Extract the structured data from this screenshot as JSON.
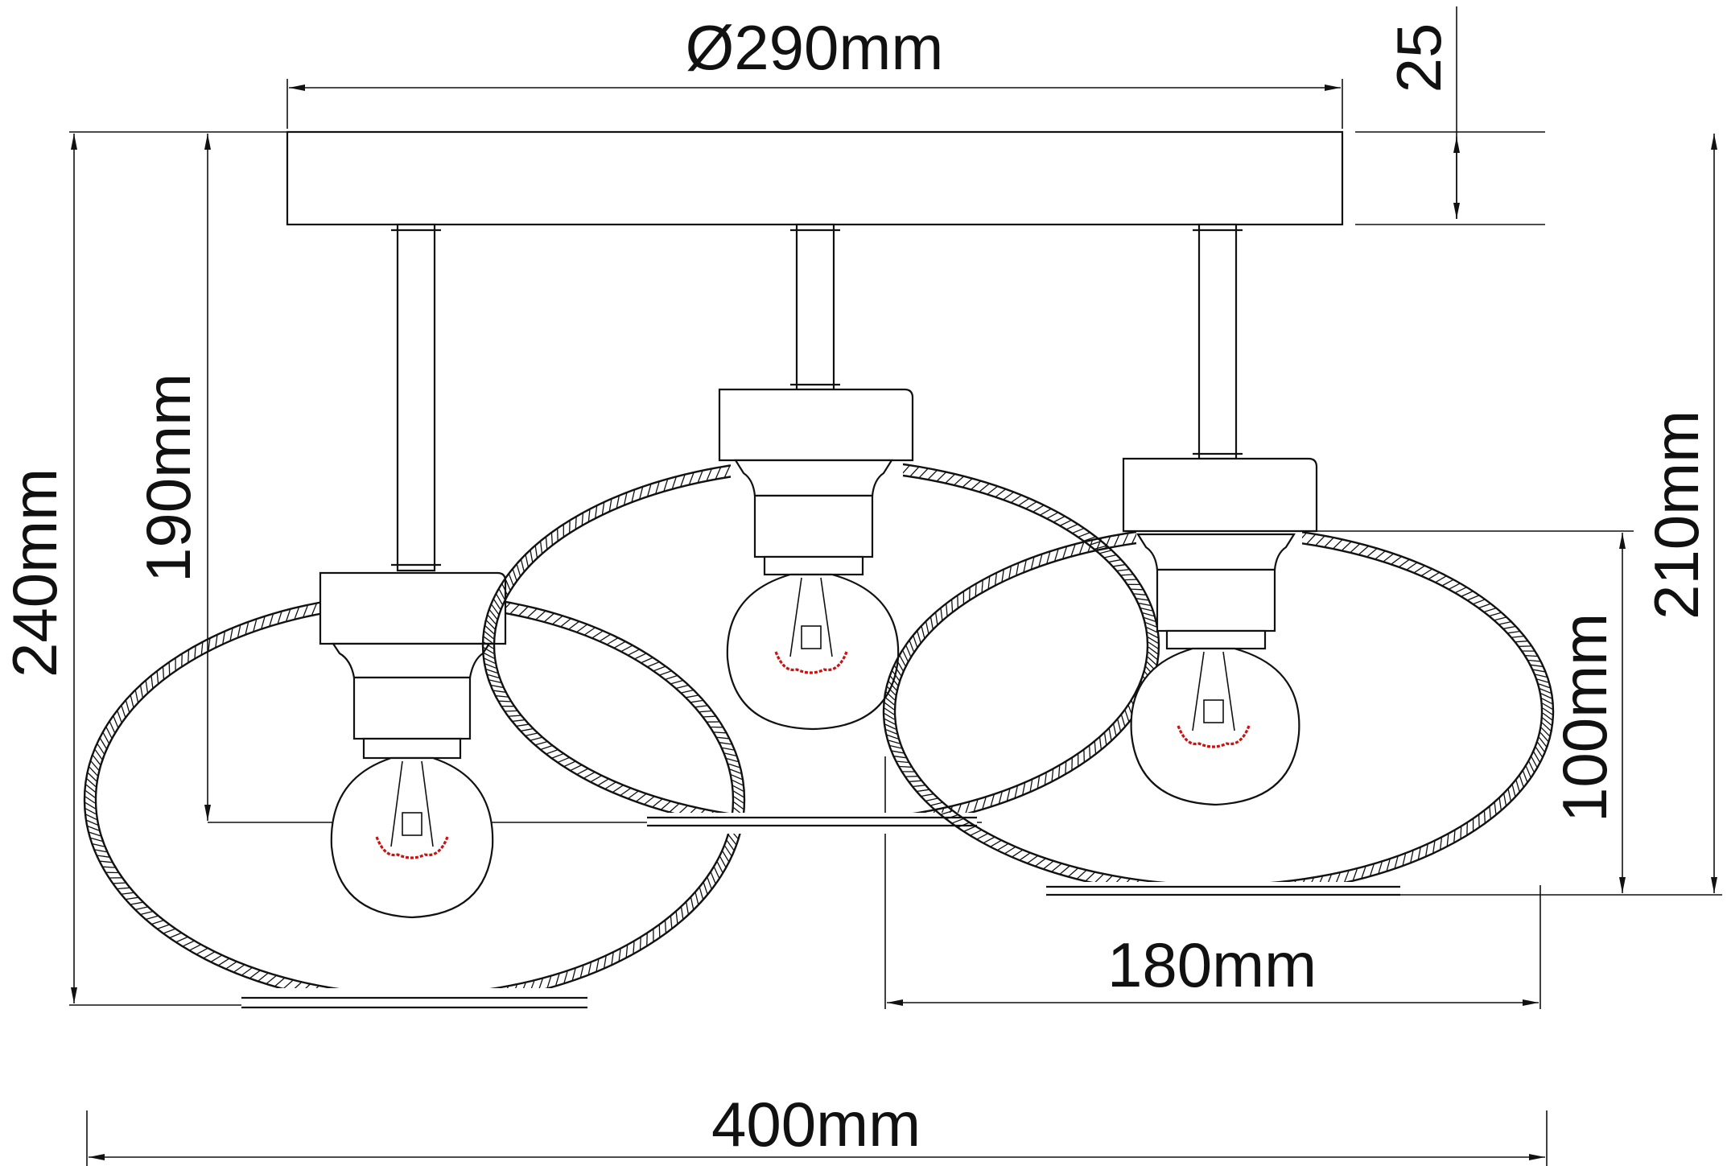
{
  "dimensions": {
    "canopy_diameter": "Ø290mm",
    "canopy_height": "25",
    "overall_height": "240mm",
    "drop_height": "190mm",
    "right_height": "210mm",
    "shade_height": "100mm",
    "shade_width": "180mm",
    "overall_width": "400mm"
  },
  "colors": {
    "line": "#111111",
    "filament": "#cc1111",
    "background": "#ffffff"
  }
}
